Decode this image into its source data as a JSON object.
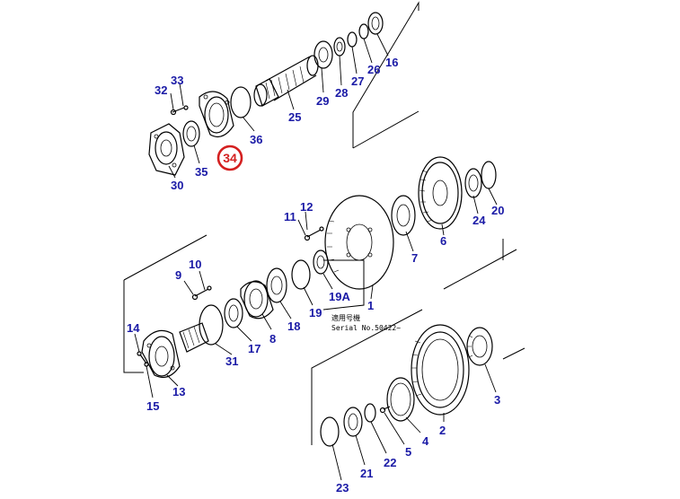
{
  "diagram": {
    "callouts": [
      "33",
      "32",
      "36",
      "35",
      "30",
      "25",
      "29",
      "28",
      "27",
      "26",
      "16",
      "12",
      "11",
      "9",
      "10",
      "19A",
      "19",
      "18",
      "8",
      "17",
      "31",
      "14",
      "13",
      "15",
      "1",
      "7",
      "6",
      "24",
      "20",
      "23",
      "21",
      "22",
      "5",
      "4",
      "2",
      "3"
    ],
    "highlighted_callout": "34",
    "serial_note_line1": "適用号機",
    "serial_note_line2": "Serial No.50422~",
    "highlight_color": "#d42020",
    "callout_color": "#1a1aa6"
  }
}
